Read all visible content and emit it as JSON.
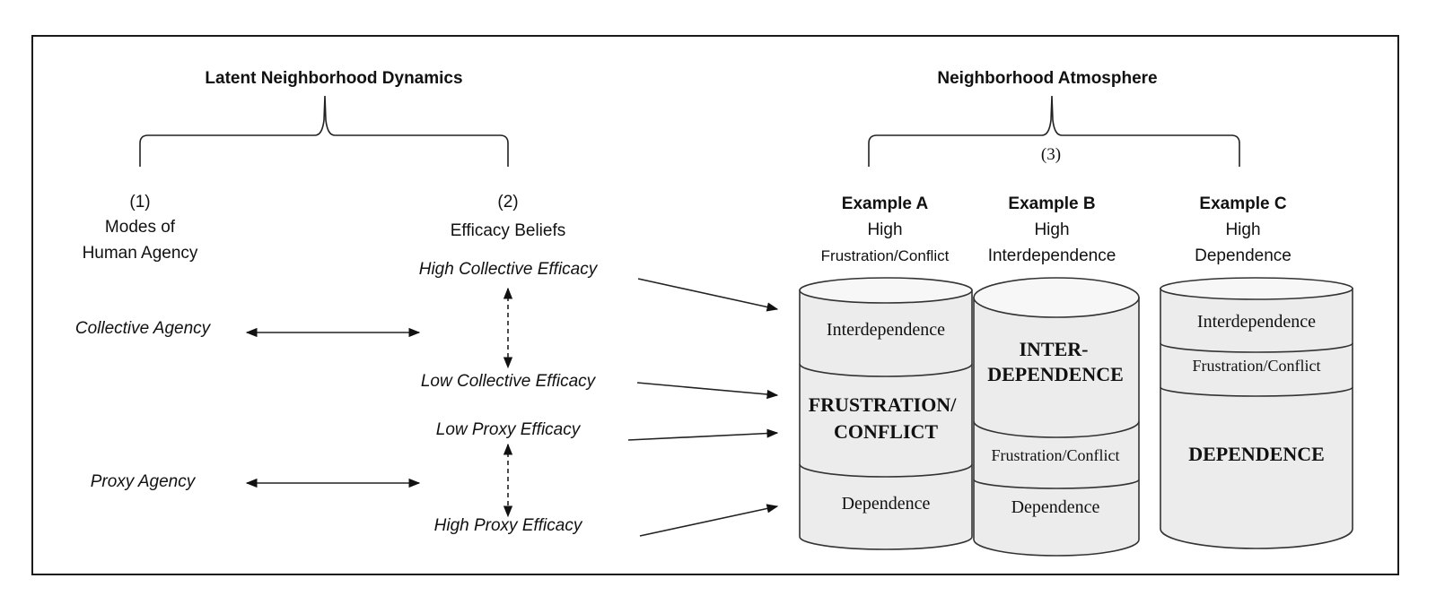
{
  "left_panel": {
    "heading": "Latent Neighborhood Dynamics",
    "agency": {
      "number": "(1)",
      "title_line1": "Modes of",
      "title_line2": "Human Agency",
      "items": [
        "Collective Agency",
        "Proxy Agency"
      ]
    },
    "efficacy": {
      "number": "(2)",
      "title": "Efficacy Beliefs",
      "items": [
        "High Collective Efficacy",
        "Low Collective Efficacy",
        "Low Proxy Efficacy",
        "High Proxy Efficacy"
      ]
    }
  },
  "right_panel": {
    "heading": "Neighborhood Atmosphere",
    "number": "(3)",
    "examples": [
      {
        "title": "Example A",
        "sub_line1": "High",
        "sub_line2": "Frustration/Conflict",
        "layers": [
          {
            "label": "Interdependence",
            "emphasis": false
          },
          {
            "label_line1": "FRUSTRATION/",
            "label_line2": "CONFLICT",
            "emphasis": true
          },
          {
            "label": "Dependence",
            "emphasis": false
          }
        ]
      },
      {
        "title": "Example B",
        "sub_line1": "High",
        "sub_line2": "Interdependence",
        "layers": [
          {
            "label_line1": "INTER-",
            "label_line2": "DEPENDENCE",
            "emphasis": true
          },
          {
            "label": "Frustration/Conflict",
            "emphasis": false
          },
          {
            "label": "Dependence",
            "emphasis": false
          }
        ]
      },
      {
        "title": "Example C",
        "sub_line1": "High",
        "sub_line2": "Dependence",
        "layers": [
          {
            "label": "Interdependence",
            "emphasis": false
          },
          {
            "label": "Frustration/Conflict",
            "emphasis": false
          },
          {
            "label": "DEPENDENCE",
            "emphasis": true
          }
        ]
      }
    ]
  },
  "connections": [
    {
      "from": "Collective Agency",
      "to": "Collective Efficacy",
      "type": "bidirectional"
    },
    {
      "from": "Proxy Agency",
      "to": "Proxy Efficacy",
      "type": "bidirectional"
    },
    {
      "from": "High Collective Efficacy",
      "to": "Low Collective Efficacy",
      "type": "dashed-bidirectional"
    },
    {
      "from": "Low Proxy Efficacy",
      "to": "High Proxy Efficacy",
      "type": "dashed-bidirectional"
    },
    {
      "from": "High Collective Efficacy",
      "to": "Example A: Interdependence",
      "type": "directed"
    },
    {
      "from": "Low Collective Efficacy",
      "to": "Example A: FRUSTRATION/CONFLICT",
      "type": "directed"
    },
    {
      "from": "Low Proxy Efficacy",
      "to": "Example A: FRUSTRATION/CONFLICT",
      "type": "directed"
    },
    {
      "from": "High Proxy Efficacy",
      "to": "Example A: Dependence",
      "type": "directed"
    }
  ]
}
